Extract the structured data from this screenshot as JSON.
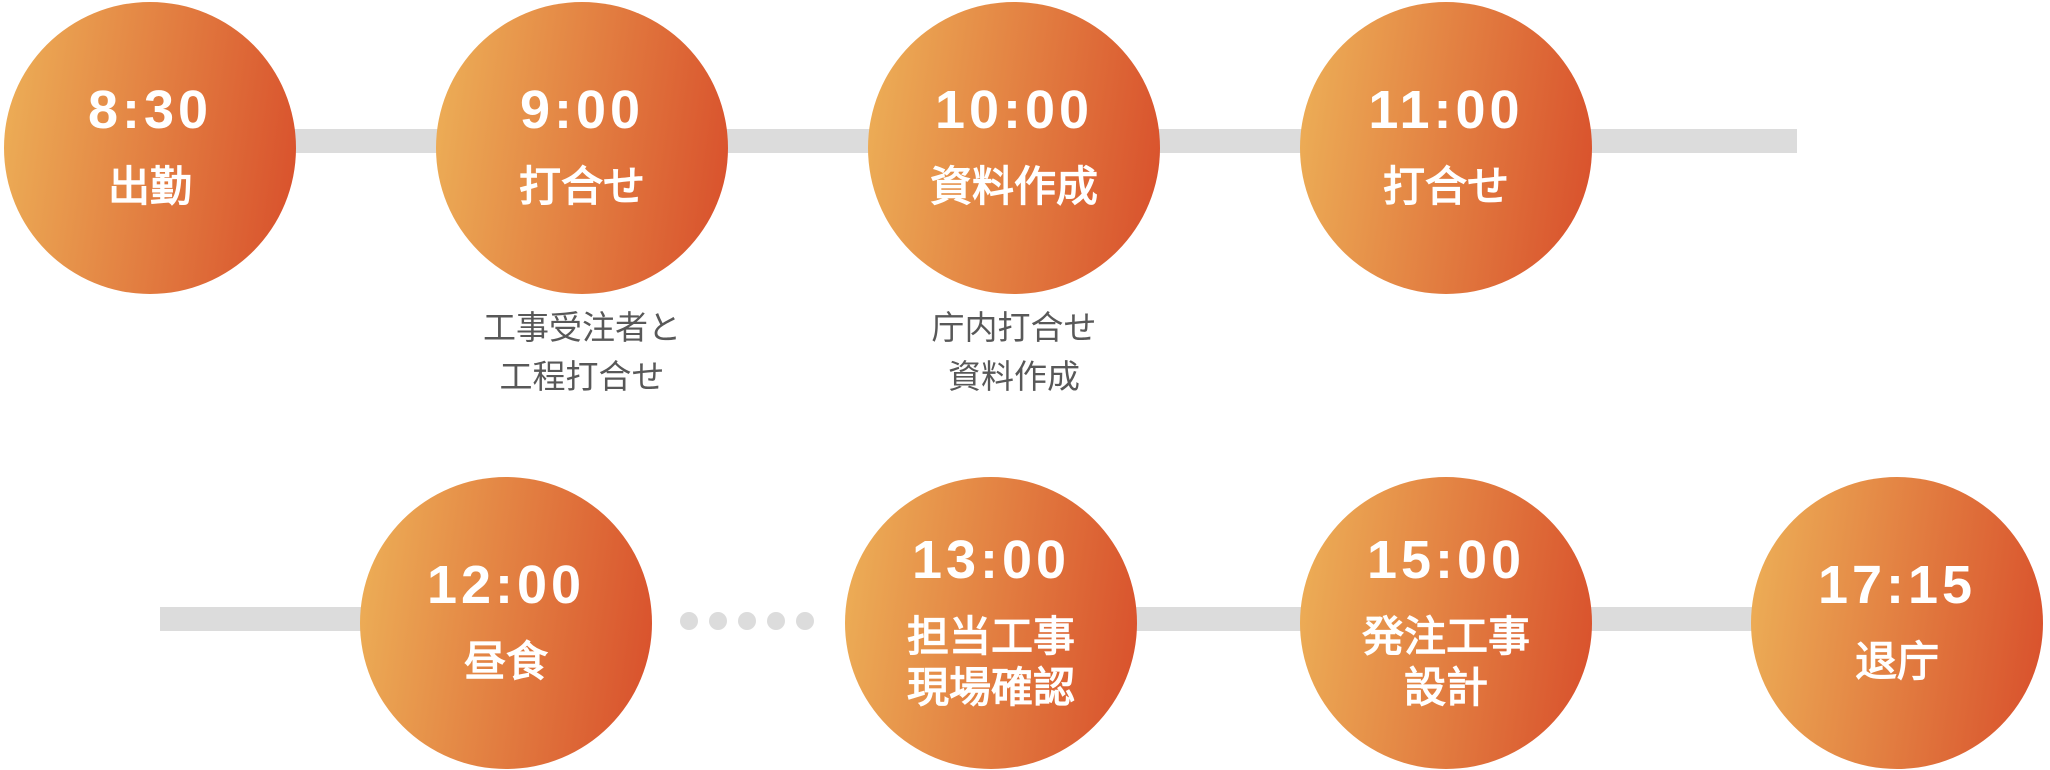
{
  "colors": {
    "circle_gradient_start": "#EDB158",
    "circle_gradient_end": "#D84E2B",
    "connector_gray": "#DCDCDC",
    "caption_text": "#585858",
    "circle_text": "#FFFFFF"
  },
  "timeline": {
    "rows": [
      {
        "items": [
          {
            "time": "8:30",
            "label_lines": [
              "出勤"
            ]
          },
          {
            "time": "9:00",
            "label_lines": [
              "打合せ"
            ],
            "caption_lines": [
              "工事受注者と",
              "工程打合せ"
            ]
          },
          {
            "time": "10:00",
            "label_lines": [
              "資料作成"
            ],
            "caption_lines": [
              "庁内打合せ",
              "資料作成"
            ]
          },
          {
            "time": "11:00",
            "label_lines": [
              "打合せ"
            ]
          }
        ]
      },
      {
        "items": [
          {
            "time": "12:00",
            "label_lines": [
              "昼食"
            ]
          },
          {
            "time": "13:00",
            "label_lines": [
              "担当工事",
              "現場確認"
            ]
          },
          {
            "time": "15:00",
            "label_lines": [
              "発注工事",
              "設計"
            ]
          },
          {
            "time": "17:15",
            "label_lines": [
              "退庁"
            ]
          }
        ]
      }
    ],
    "separator_dot_count": 5
  }
}
